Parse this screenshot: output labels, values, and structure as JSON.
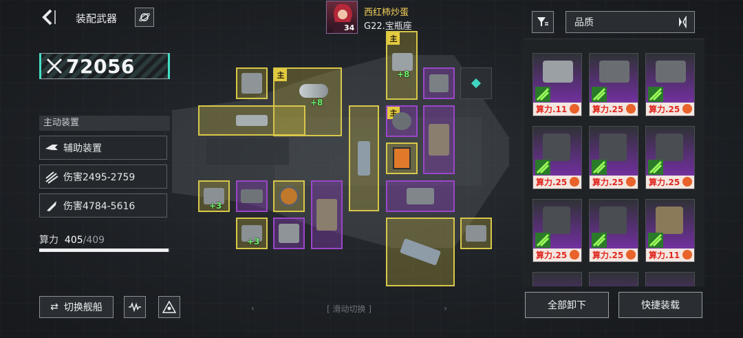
{
  "header": {
    "title": "装配武器"
  },
  "power": {
    "value": "72056"
  },
  "active": {
    "header": "主动装置",
    "items": [
      {
        "label": "辅助装置",
        "icon": "jet-icon"
      },
      {
        "label": "伤害2495-2759",
        "icon": "claw-slash-icon"
      },
      {
        "label": "伤害4784-5616",
        "icon": "missile-icon"
      }
    ]
  },
  "compute": {
    "label": "算力",
    "used": "405",
    "total": "/409",
    "ratio": 0.99
  },
  "bottom": {
    "switch_ship": "切换舰船",
    "swipe_hint": "滑动切换"
  },
  "player": {
    "name": "西红柿炒蛋",
    "server": "G22.宝瓶座",
    "level": "34"
  },
  "slots": {
    "main_tag": "主",
    "plus8_a": "+8",
    "plus8_b": "+8",
    "plus3_a": "+3",
    "plus3_b": "+3"
  },
  "inventory": {
    "sort_label": "品质",
    "cards": [
      {
        "cp": "算力.11"
      },
      {
        "cp": "算力.25"
      },
      {
        "cp": "算力.25"
      },
      {
        "cp": "算力.25"
      },
      {
        "cp": "算力.25"
      },
      {
        "cp": "算力.25"
      },
      {
        "cp": "算力.25"
      },
      {
        "cp": "算力.25"
      },
      {
        "cp": "算力.11"
      }
    ]
  },
  "actions": {
    "unequip_all": "全部卸下",
    "quick_equip": "快捷装载"
  },
  "colors": {
    "gold": "#d8c84a",
    "purple": "#9a46c9",
    "accent": "#44e0c8",
    "cp_red": "#e02820"
  }
}
